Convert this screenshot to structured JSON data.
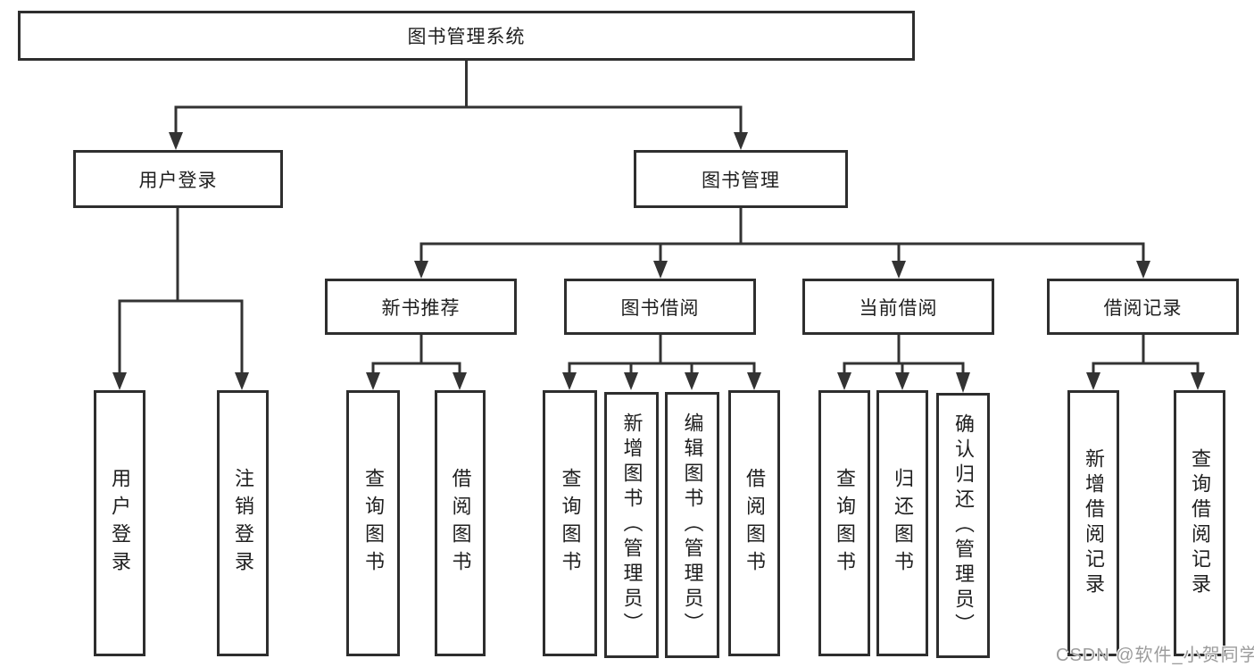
{
  "colors": {
    "line": "#333333",
    "box_border": "#2e2e2e",
    "text": "#1f1f1f",
    "background": "#ffffff",
    "watermark": "#9c9c9c"
  },
  "tree": {
    "root": {
      "label": "图书管理系统"
    },
    "branches": [
      {
        "label": "用户登录",
        "children": [
          {
            "label": "用户登录"
          },
          {
            "label": "注销登录"
          }
        ]
      },
      {
        "label": "图书管理",
        "children": [
          {
            "label": "新书推荐",
            "children": [
              {
                "label": "查询图书"
              },
              {
                "label": "借阅图书"
              }
            ]
          },
          {
            "label": "图书借阅",
            "children": [
              {
                "label": "查询图书"
              },
              {
                "label": "新增图书（管理员）"
              },
              {
                "label": "编辑图书（管理员）"
              },
              {
                "label": "借阅图书"
              }
            ]
          },
          {
            "label": "当前借阅",
            "children": [
              {
                "label": "查询图书"
              },
              {
                "label": "归还图书"
              },
              {
                "label": "确认归还（管理员）"
              }
            ]
          },
          {
            "label": "借阅记录",
            "children": [
              {
                "label": "新增借阅记录"
              },
              {
                "label": "查询借阅记录"
              }
            ]
          }
        ]
      }
    ]
  },
  "watermark": {
    "text": "CSDN @软件_小贺同学"
  }
}
